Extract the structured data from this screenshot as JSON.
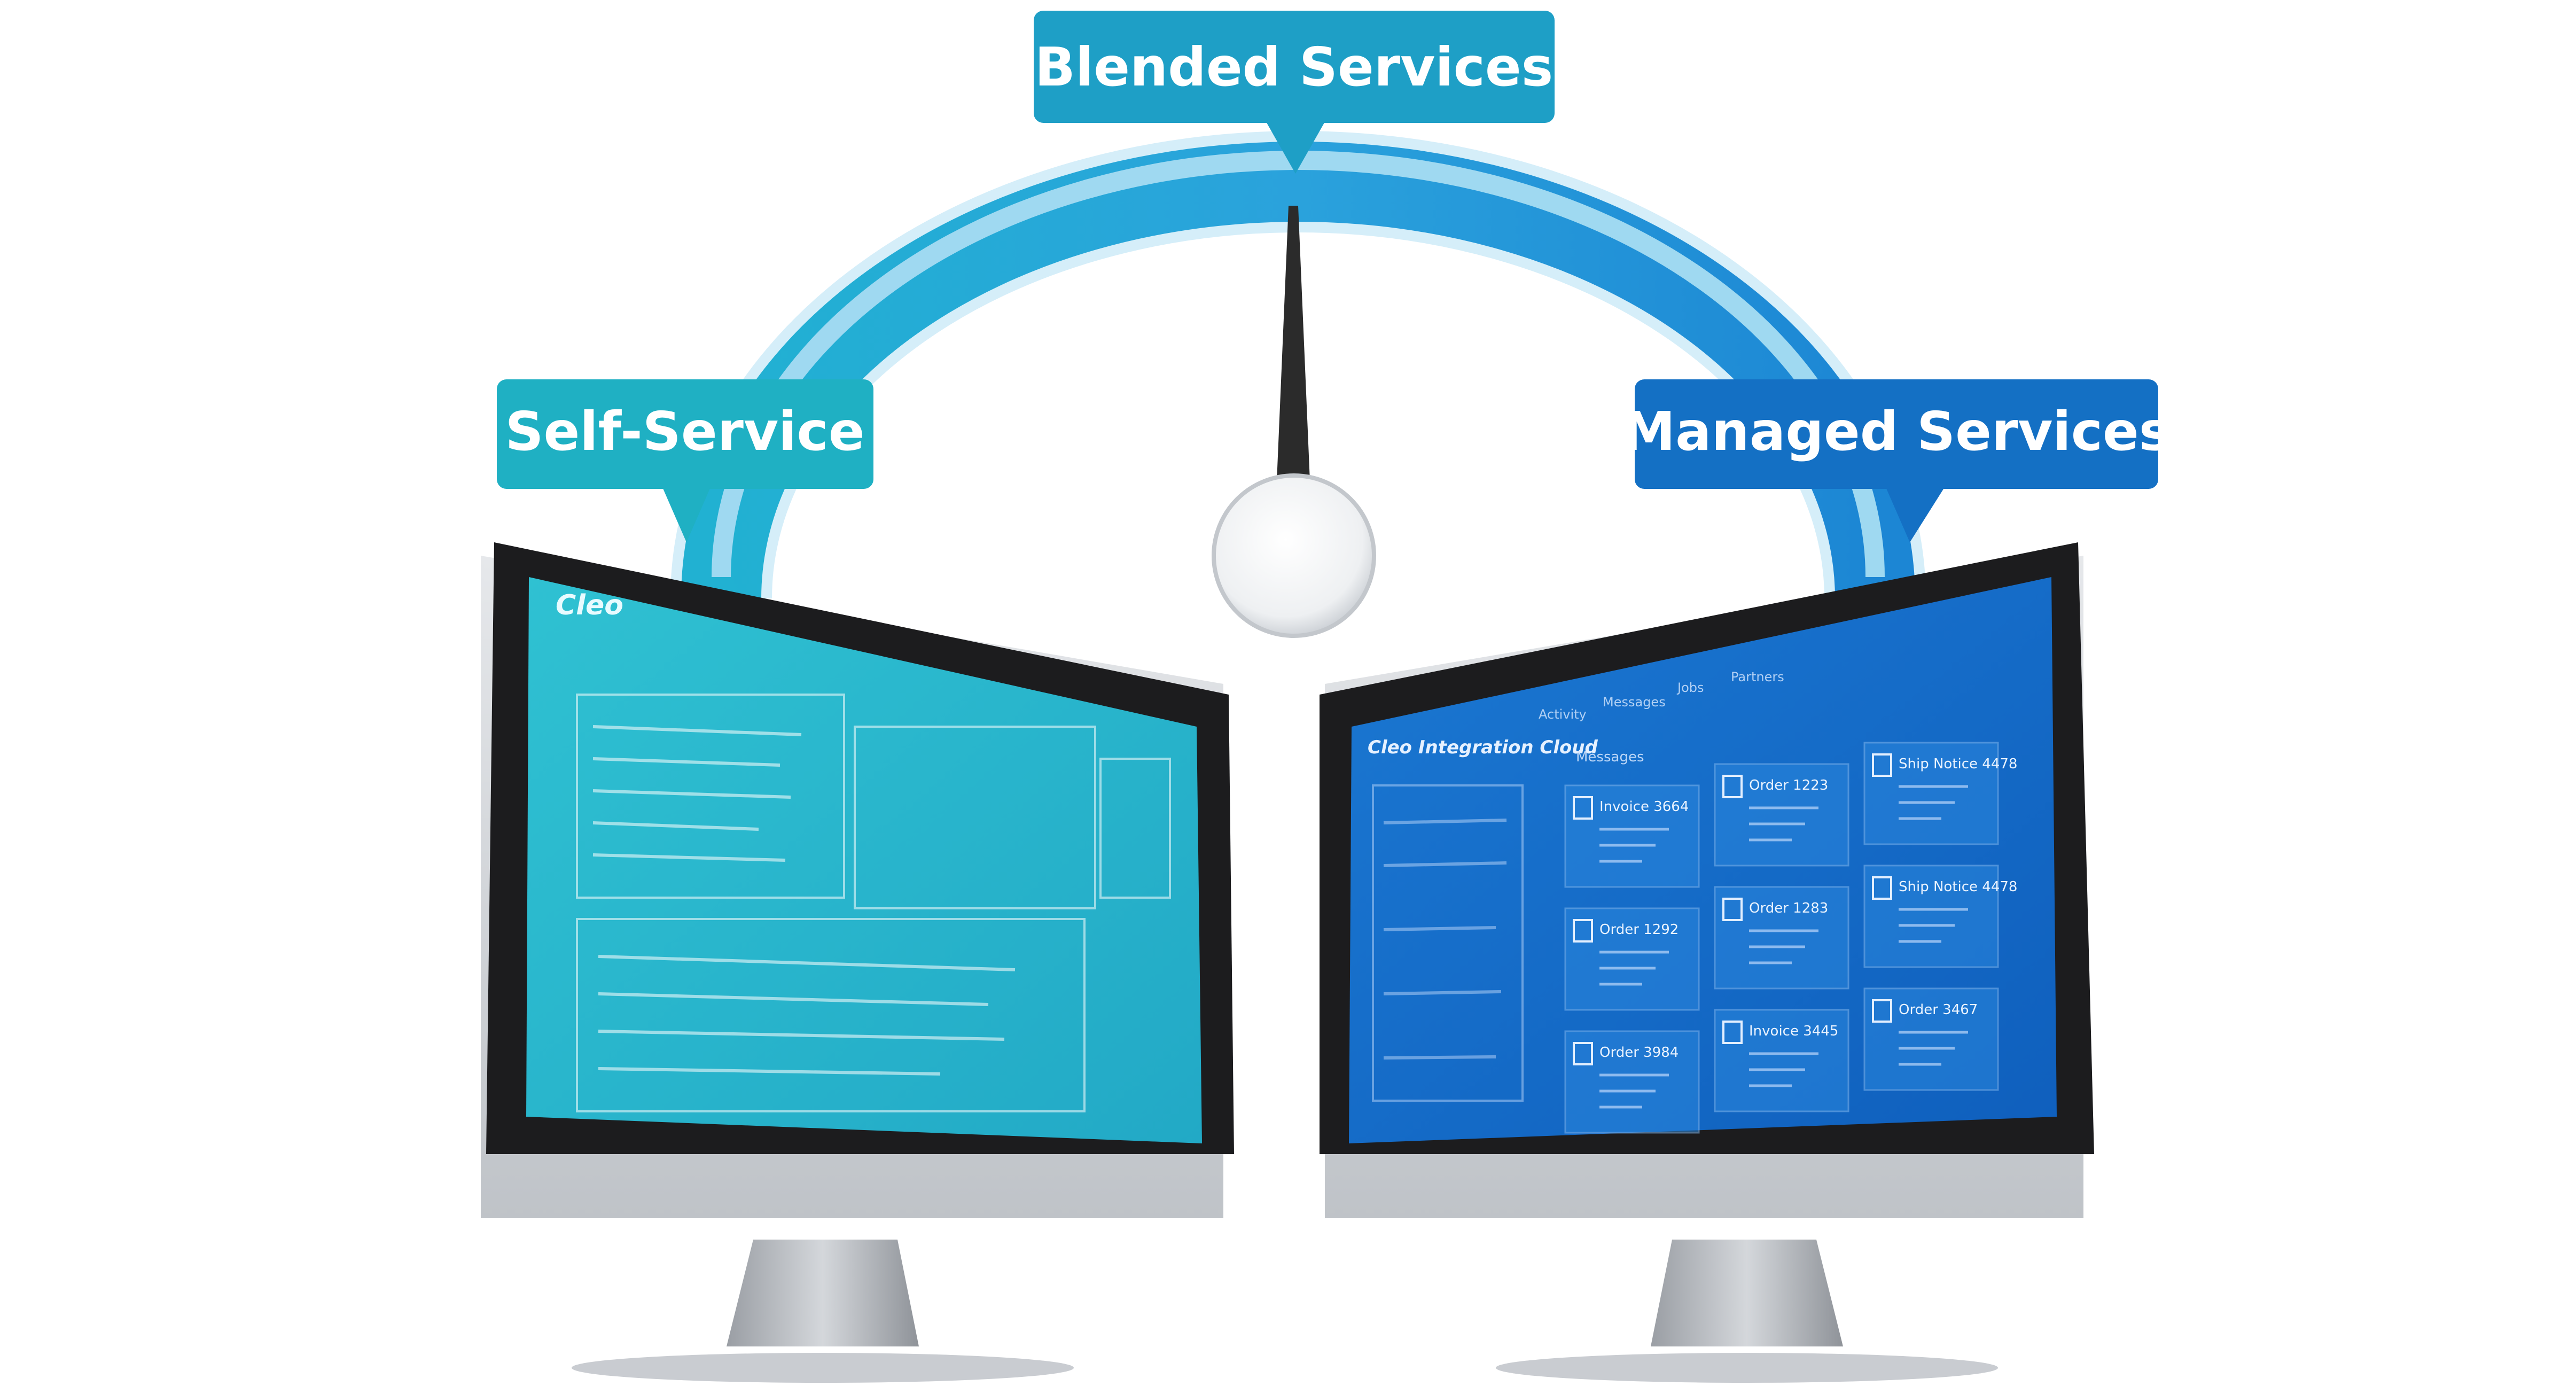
{
  "callouts": {
    "self_service": "Self-Service",
    "blended": "Blended Services",
    "managed": "Managed Services"
  },
  "left_screen": {
    "logo": "Cleo"
  },
  "right_screen": {
    "logo": "Cleo Integration Cloud",
    "nav": [
      "Activity",
      "Messages",
      "Jobs",
      "Partners"
    ],
    "section_title": "Messages",
    "cards": [
      [
        "Invoice 3664",
        "Order 1223",
        "Ship Notice 4478"
      ],
      [
        "Order 1292",
        "Order 1283",
        "Ship Notice 4478"
      ],
      [
        "Order 3984",
        "Invoice 3445",
        "Order 3467"
      ]
    ]
  },
  "colors": {
    "self_service": "#1fb0c3",
    "blended": "#1e9fc6",
    "managed": "#1470c4",
    "gauge_outer": "#bfe6f6",
    "gauge_inner": "#2aa6dd",
    "monitor_frame": "#d3d6da",
    "needle": "#2a2a2a"
  }
}
